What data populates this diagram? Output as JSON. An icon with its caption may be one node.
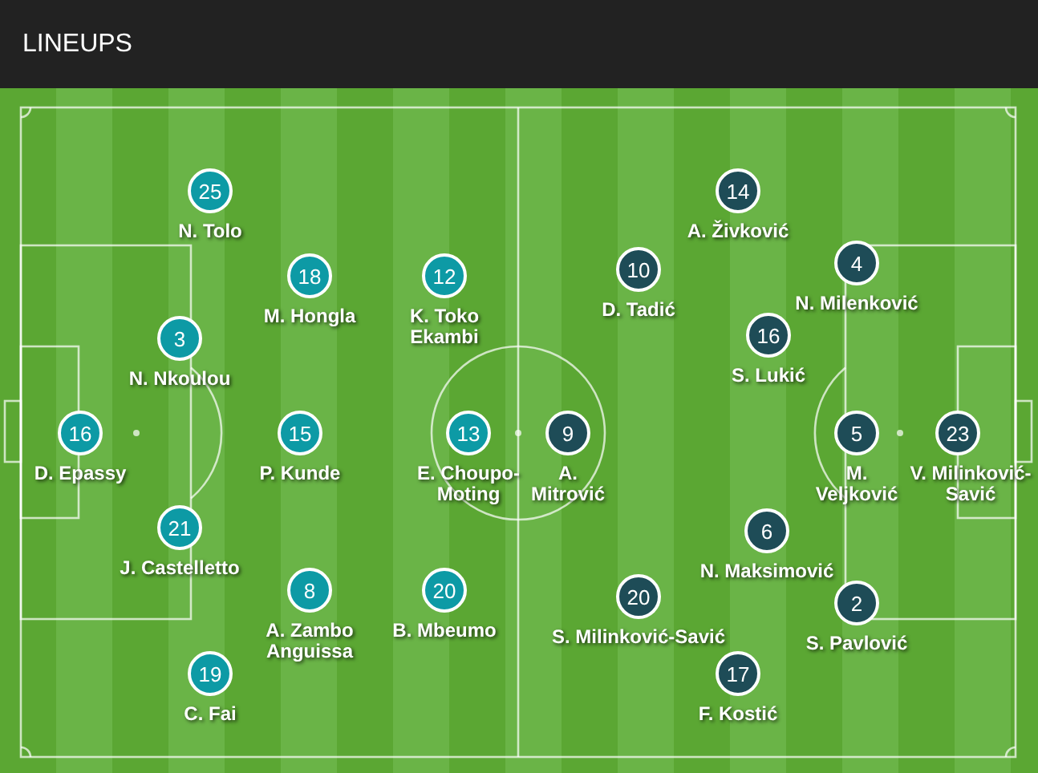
{
  "diagram": {
    "title": "LINEUPS",
    "nodes": [
      {
        "text": [
          "16"
        ],
        "beside": [
          "D. Epassy"
        ]
      },
      {
        "text": [
          "25"
        ],
        "beside": [
          "N. Tolo"
        ]
      },
      {
        "text": [
          "3"
        ],
        "beside": [
          "N. Nkoulou"
        ]
      },
      {
        "text": [
          "21"
        ],
        "beside": [
          "J. Castelletto"
        ]
      },
      {
        "text": [
          "19"
        ],
        "beside": [
          "C. Fai"
        ]
      },
      {
        "text": [
          "18"
        ],
        "beside": [
          "M. Hongla"
        ]
      },
      {
        "text": [
          "15"
        ],
        "beside": [
          "P. Kunde"
        ]
      },
      {
        "text": [
          "8"
        ],
        "beside": [
          "A. Zambo Anguissa"
        ]
      },
      {
        "text": [
          "12"
        ],
        "beside": [
          "K. Toko Ekambi"
        ]
      },
      {
        "text": [
          "13"
        ],
        "beside": [
          "E. Choupo-Moting"
        ]
      },
      {
        "text": [
          "20"
        ],
        "beside": [
          "B. Mbeumo"
        ]
      },
      {
        "text": [
          "23"
        ],
        "beside": [
          "V. Milinković-Savić"
        ]
      },
      {
        "text": [
          "4"
        ],
        "beside": [
          "N. Milenković"
        ]
      },
      {
        "text": [
          "5"
        ],
        "beside": [
          "M. Veljković"
        ]
      },
      {
        "text": [
          "2"
        ],
        "beside": [
          "S. Pavlović"
        ]
      },
      {
        "text": [
          "14"
        ],
        "beside": [
          "A. Živković"
        ]
      },
      {
        "text": [
          "16"
        ],
        "beside": [
          "S. Lukić"
        ]
      },
      {
        "text": [
          "6"
        ],
        "beside": [
          "N. Maksimović"
        ]
      },
      {
        "text": [
          "17"
        ],
        "beside": [
          "F. Kostić"
        ]
      },
      {
        "text": [
          "10"
        ],
        "beside": [
          "D. Tadić"
        ]
      },
      {
        "text": [
          "9"
        ],
        "beside": [
          "A. Mitrović"
        ]
      },
      {
        "text": [
          "20"
        ],
        "beside": [
          "S. Milinković-Savić"
        ]
      }
    ]
  }
}
